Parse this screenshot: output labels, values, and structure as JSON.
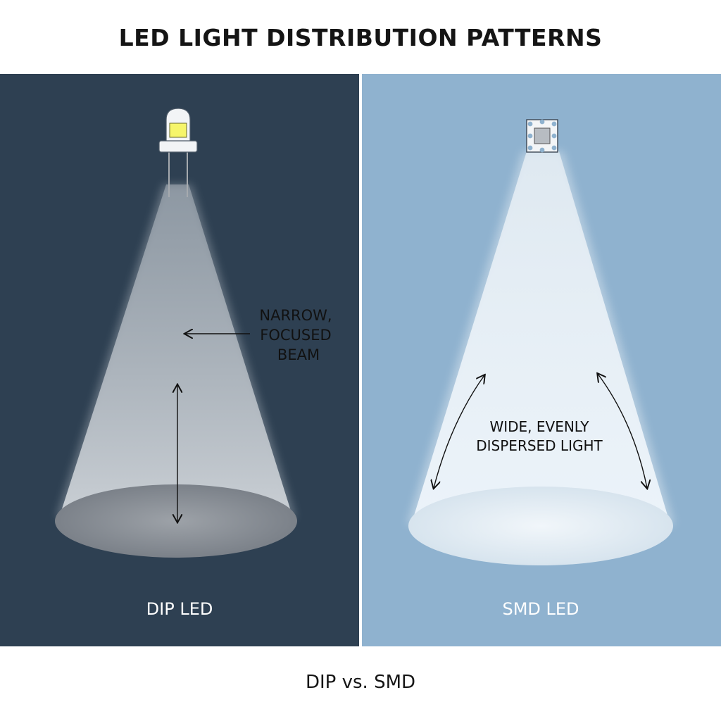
{
  "title": "LED LIGHT DISTRIBUTION PATTERNS",
  "footer": "DIP vs. SMD",
  "colors": {
    "left_panel": "#2e4052",
    "right_panel": "#8fb2cf",
    "beam_left": "#c9cfd6",
    "beam_right": "#e6f0f7"
  },
  "left": {
    "label": "DIP LED",
    "annotation": [
      "NARROW,",
      "FOCUSED",
      "BEAM"
    ]
  },
  "right": {
    "label": "SMD LED",
    "annotation": [
      "WIDE, EVENLY",
      "DISPERSED LIGHT"
    ]
  }
}
